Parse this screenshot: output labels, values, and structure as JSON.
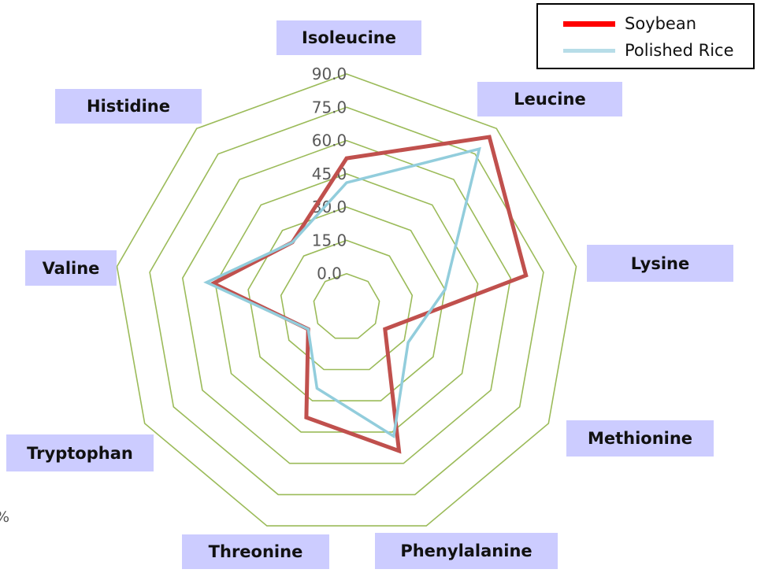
{
  "chart_data": {
    "type": "radar",
    "categories": [
      "Isoleucine",
      "Leucine",
      "Lysine",
      "Methionine",
      "Phenylalanine",
      "Threonine",
      "Tryptophan",
      "Valine",
      "Histidine"
    ],
    "series": [
      {
        "name": "Soybean",
        "color": "#c0504d",
        "values": [
          52,
          85,
          67,
          5,
          54,
          38,
          5,
          46,
          23
        ]
      },
      {
        "name": "Polished Rice",
        "color": "#92cddc",
        "values": [
          41,
          78,
          30,
          17,
          47,
          24,
          5,
          49,
          23
        ]
      }
    ],
    "legend_swatch_colors": {
      "Soybean": "#ff0000",
      "Polished Rice": "#b7dde8"
    },
    "r_ticks": [
      "0.0",
      "15.0",
      "30.0",
      "45.0",
      "60.0",
      "75.0",
      "90.0"
    ],
    "rlim": [
      -15,
      90
    ],
    "grid": true,
    "grid_color": "#9bbb59",
    "category_label_bg": "#ccccff",
    "legend_position": "top-right"
  },
  "stray_text": "%"
}
